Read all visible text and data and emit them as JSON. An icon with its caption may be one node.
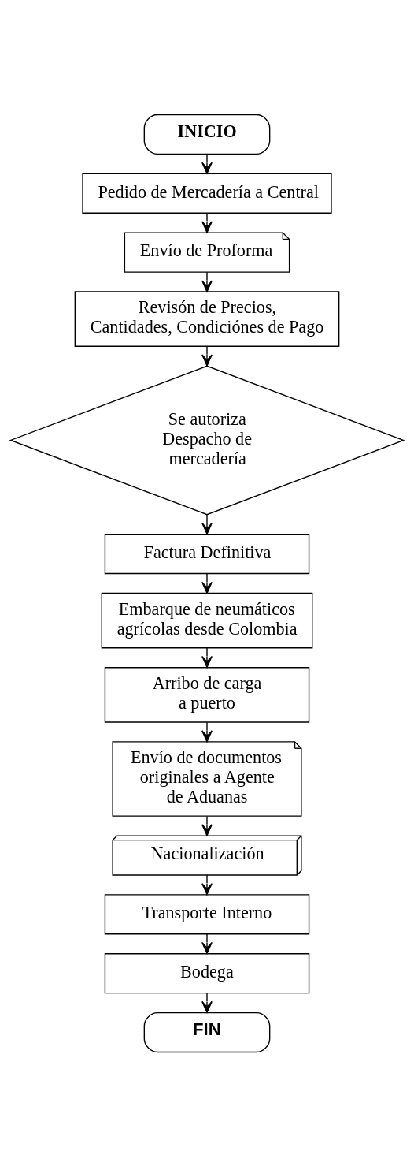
{
  "diagram": {
    "nodes": [
      {
        "text": [
          "INICIO"
        ]
      },
      {
        "text": [
          "Pedido de Mercadería a Central"
        ]
      },
      {
        "text": [
          "Envío de Proforma"
        ]
      },
      {
        "text": [
          "Revisón de Precios, Cantidades, Condiciónes de Pago"
        ]
      },
      {
        "text": [
          "Se autoriza Despacho de mercadería"
        ]
      },
      {
        "text": [
          "Factura Definitiva"
        ]
      },
      {
        "text": [
          "Embarque de neumáticos agrícolas desde Colombia"
        ]
      },
      {
        "text": [
          "Arribo de carga a puerto"
        ]
      },
      {
        "text": [
          "Envío de documentos originales a Agente de Aduanas"
        ]
      },
      {
        "text": [
          "Nacionalización"
        ]
      },
      {
        "text": [
          "Transporte Interno"
        ]
      },
      {
        "text": [
          "Bodega"
        ]
      },
      {
        "text": [
          "FIN"
        ]
      }
    ],
    "edges": [
      {
        "from": 0,
        "to": 1,
        "arrow": "to"
      },
      {
        "from": 1,
        "to": 2,
        "arrow": "to"
      },
      {
        "from": 2,
        "to": 3,
        "arrow": "to"
      },
      {
        "from": 3,
        "to": 4,
        "arrow": "to"
      },
      {
        "from": 4,
        "to": 5,
        "arrow": "to"
      },
      {
        "from": 5,
        "to": 6,
        "arrow": "to"
      },
      {
        "from": 6,
        "to": 7,
        "arrow": "to"
      },
      {
        "from": 7,
        "to": 8,
        "arrow": "to"
      },
      {
        "from": 8,
        "to": 9,
        "arrow": "to"
      },
      {
        "from": 9,
        "to": 10,
        "arrow": "to"
      },
      {
        "from": 10,
        "to": 11,
        "arrow": "to"
      },
      {
        "from": 11,
        "to": 12,
        "arrow": "to"
      }
    ]
  }
}
